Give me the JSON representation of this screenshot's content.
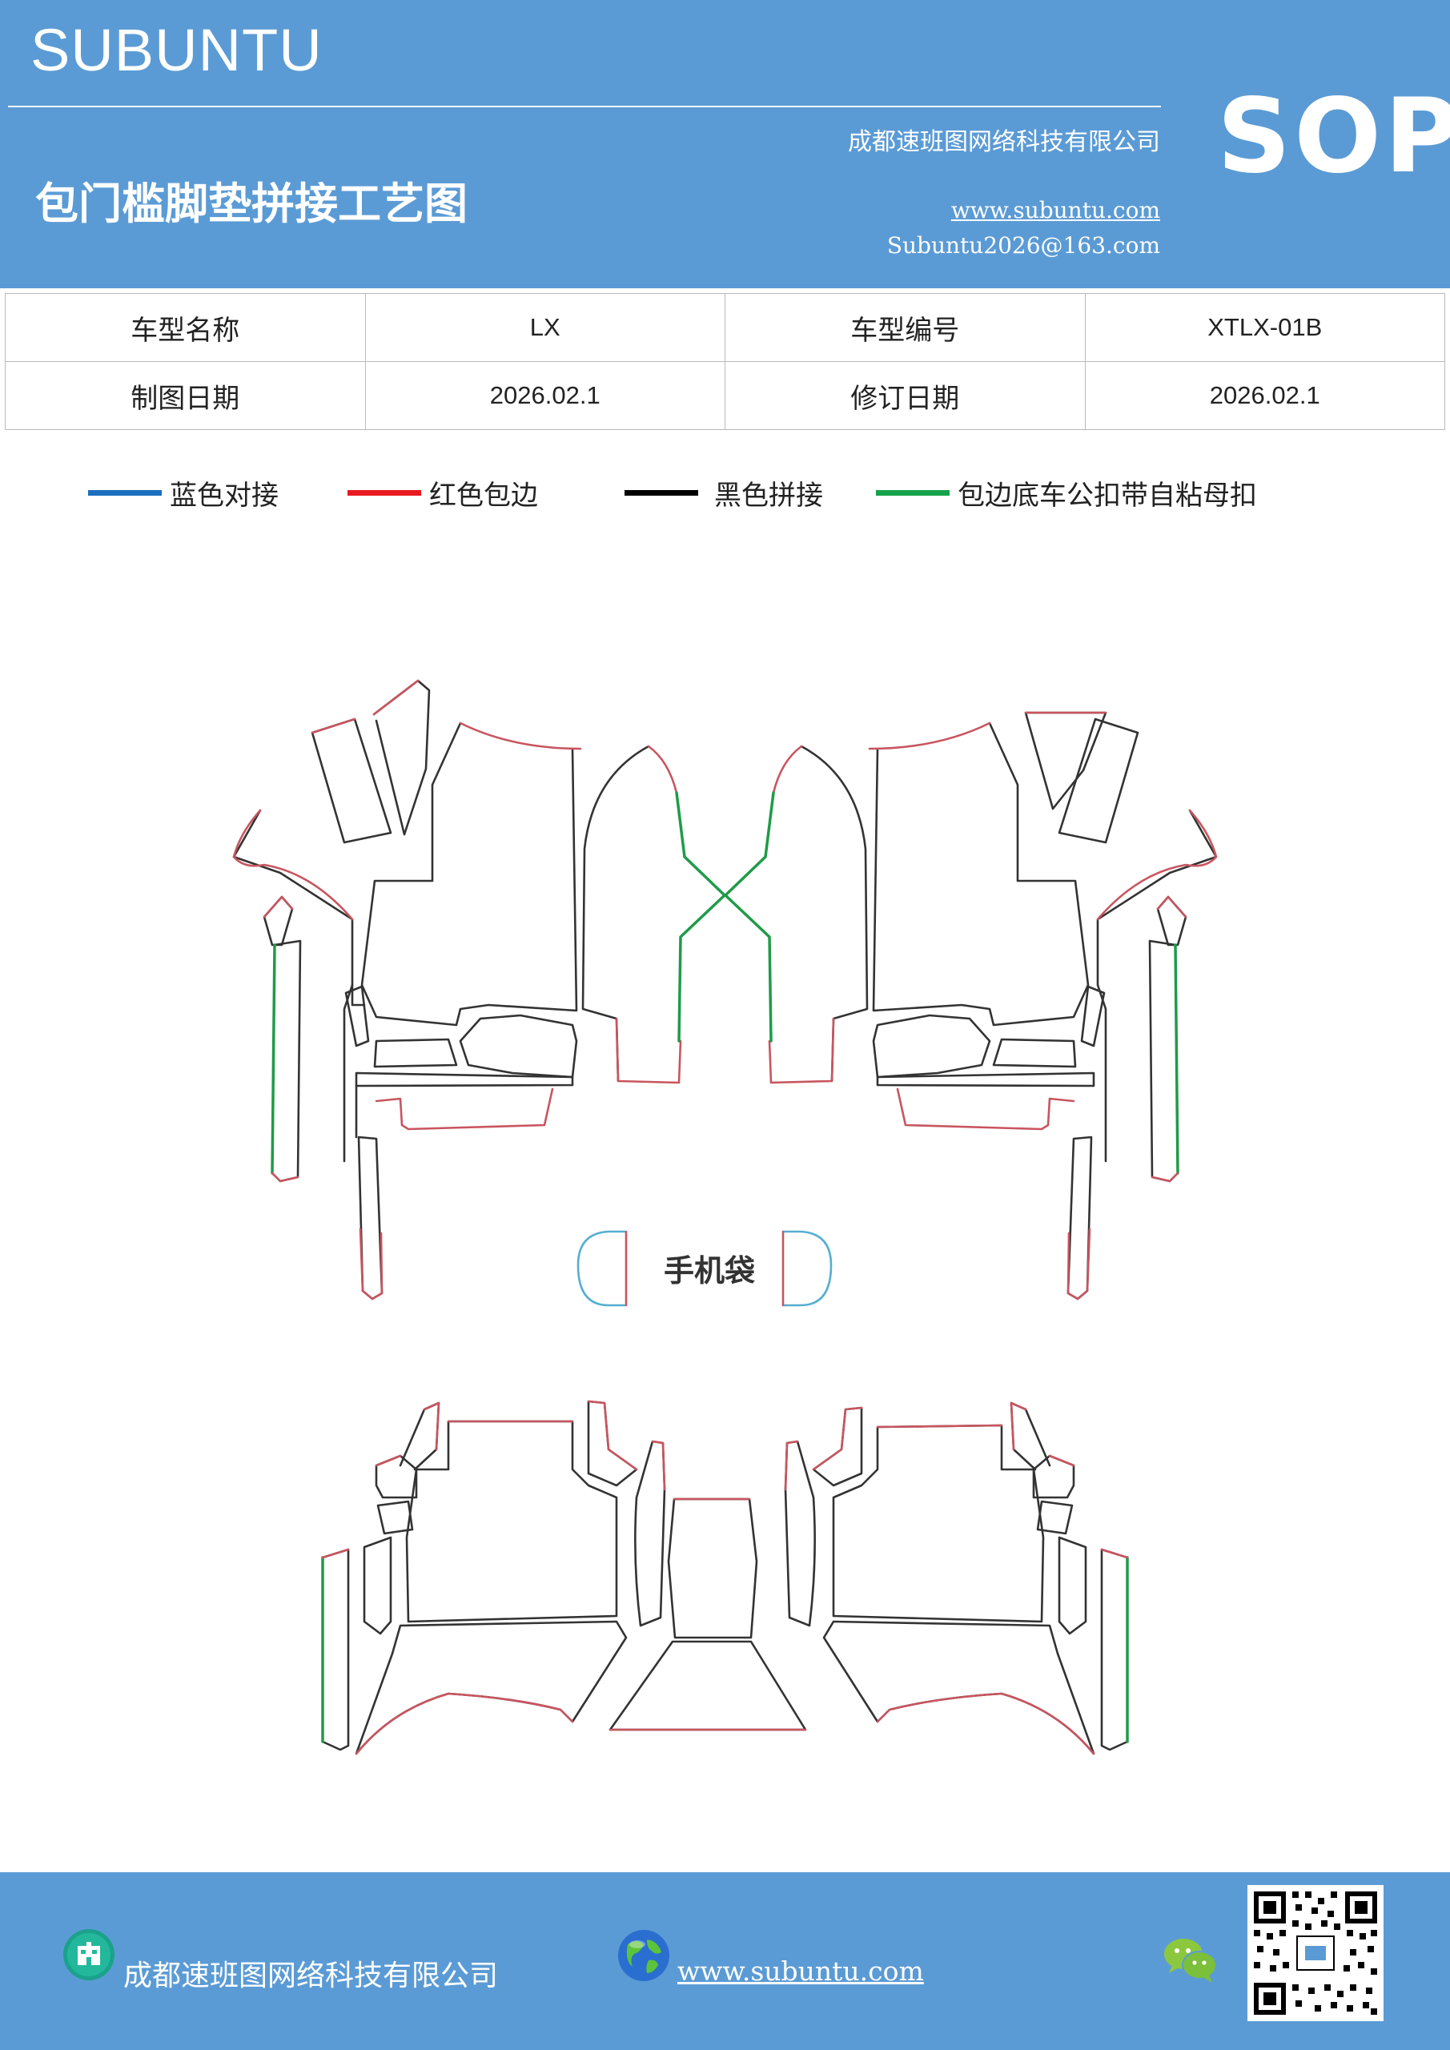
{
  "header": {
    "brand": "SUBUNTU",
    "company": "成都速班图网络科技有限公司",
    "title": "包门槛脚垫拼接工艺图",
    "website": "www.subuntu.com",
    "email": "Subuntu2026@163.com",
    "sop": "SOP"
  },
  "info_table": {
    "model_name_label": "车型名称",
    "model_name_value": "LX",
    "model_code_label": "车型编号",
    "model_code_value": "XTLX-01B",
    "draw_date_label": "制图日期",
    "draw_date_value": "2026.02.1",
    "revise_date_label": "修订日期",
    "revise_date_value": "2026.02.1"
  },
  "legend": [
    {
      "label": "蓝色对接",
      "color": "#1a6fbe"
    },
    {
      "label": "红色包边",
      "color": "#e8191f"
    },
    {
      "label": "黑色拼接",
      "color": "#000000"
    },
    {
      "label": "包边底车公扣带自粘母扣",
      "color": "#16a24a"
    }
  ],
  "diagram": {
    "phone_pocket_label": "手机袋",
    "colors": {
      "outline": "#333333",
      "edge_red": "#c8555f",
      "edge_green": "#1f9b48",
      "pocket_blue": "#55aed0"
    }
  },
  "footer": {
    "company": "成都速班图网络科技有限公司",
    "website": "www.subuntu.com",
    "icons": [
      "building-icon",
      "globe-icon",
      "wechat-icon",
      "qr-code"
    ]
  },
  "colors": {
    "header_bg": "#5b9bd5",
    "table_border": "#b9b9b9"
  }
}
